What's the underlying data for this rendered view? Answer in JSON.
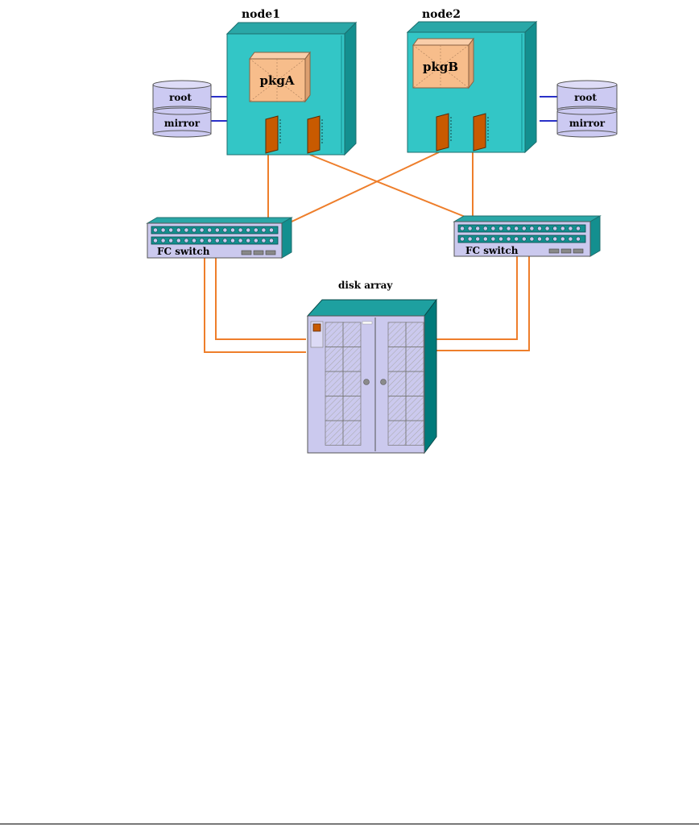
{
  "nodes": [
    {
      "label": "node1",
      "package": "pkgA"
    },
    {
      "label": "node2",
      "package": "pkgB"
    }
  ],
  "disks": {
    "left": [
      "root",
      "mirror"
    ],
    "right": [
      "root",
      "mirror"
    ]
  },
  "switches": [
    "FC switch",
    "FC switch"
  ],
  "array": {
    "label": "disk array"
  },
  "colors": {
    "node_front": "#33c6c6",
    "node_top": "#2aa7a7",
    "node_side": "#138f8f",
    "package": "#f7bd8b",
    "disk": "#cccaf2",
    "card": "#c85a00",
    "cable": "#ee7e2b",
    "disk_link": "#2a31c8",
    "array_body": "#cbc9ee",
    "array_dark": "#007a7a"
  }
}
